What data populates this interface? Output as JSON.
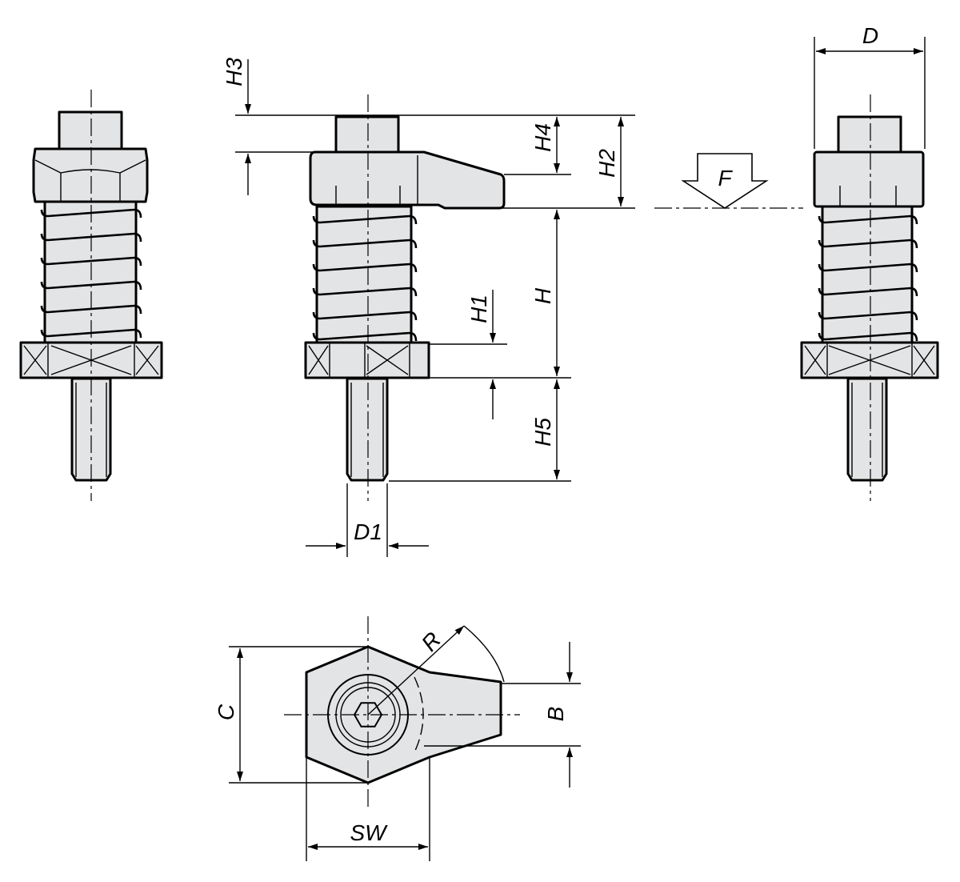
{
  "drawing": {
    "labels": {
      "D": "D",
      "H3": "H3",
      "H4": "H4",
      "H2": "H2",
      "F": "F",
      "H": "H",
      "H1": "H1",
      "H5": "H5",
      "D1": "D1",
      "R": "R",
      "C": "C",
      "B": "B",
      "SW": "SW"
    },
    "colors": {
      "part_fill": "#e3e4e5",
      "outline": "#000000",
      "background": "#ffffff"
    }
  }
}
